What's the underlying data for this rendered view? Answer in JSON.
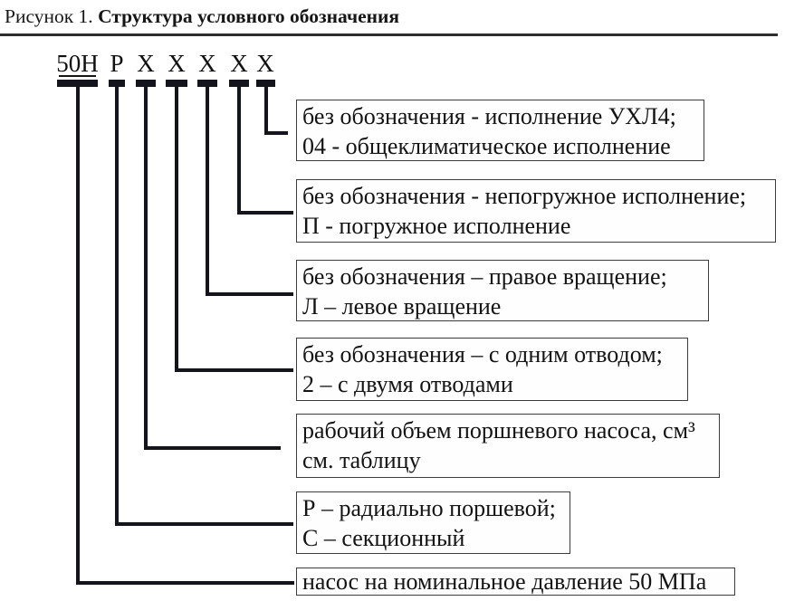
{
  "figure": {
    "caption_prefix": "Рисунок 1.",
    "caption_title": "Структура условного обозначения"
  },
  "designation": {
    "segments": [
      {
        "label": "50Н"
      },
      {
        "label": "Р"
      },
      {
        "label": "X"
      },
      {
        "label": "X"
      },
      {
        "label": "X"
      },
      {
        "label": "X"
      },
      {
        "label": "X"
      }
    ]
  },
  "legend_boxes": [
    {
      "lines": [
        "без обозначения - исполнение УХЛ4;",
        "04 - общеклиматическое исполнение"
      ]
    },
    {
      "lines": [
        "без обозначения - непогружное исполнение;",
        "П - погружное исполнение"
      ]
    },
    {
      "lines": [
        "без обозначения – правое вращение;",
        "Л – левое вращение"
      ]
    },
    {
      "lines": [
        "без обозначения – с одним отводом;",
        "2 – с двумя отводами"
      ]
    },
    {
      "lines": [
        "рабочий объем поршневого насоса, см³",
        "см. таблицу"
      ]
    },
    {
      "lines": [
        "Р – радиально поршевой;",
        "С – секционный"
      ]
    },
    {
      "lines": [
        "насос на номинальное давление 50 МПа"
      ]
    }
  ],
  "colors": {
    "line": "#14141c",
    "box_border": "#3d3d3d",
    "text": "#131313",
    "background": "#ffffff"
  }
}
